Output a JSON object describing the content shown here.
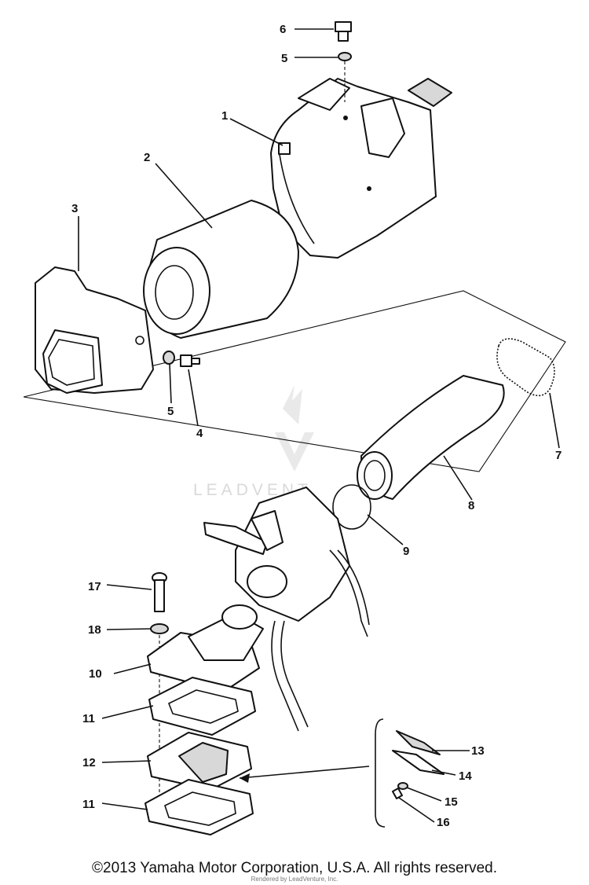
{
  "callouts": [
    {
      "id": "c6",
      "label": "6"
    },
    {
      "id": "c5a",
      "label": "5"
    },
    {
      "id": "c1",
      "label": "1"
    },
    {
      "id": "c2",
      "label": "2"
    },
    {
      "id": "c3",
      "label": "3"
    },
    {
      "id": "c5b",
      "label": "5"
    },
    {
      "id": "c4",
      "label": "4"
    },
    {
      "id": "c7",
      "label": "7"
    },
    {
      "id": "c8",
      "label": "8"
    },
    {
      "id": "c9",
      "label": "9"
    },
    {
      "id": "c17",
      "label": "17"
    },
    {
      "id": "c18",
      "label": "18"
    },
    {
      "id": "c10",
      "label": "10"
    },
    {
      "id": "c11a",
      "label": "11"
    },
    {
      "id": "c12",
      "label": "12"
    },
    {
      "id": "c11b",
      "label": "11"
    },
    {
      "id": "c13",
      "label": "13"
    },
    {
      "id": "c14",
      "label": "14"
    },
    {
      "id": "c15",
      "label": "15"
    },
    {
      "id": "c16",
      "label": "16"
    }
  ],
  "copyright": "©2013 Yamaha Motor Corporation, U.S.A. All rights reserved.",
  "watermark": "LEADVENT",
  "footer_note": "Rendered by LeadVenture, Inc."
}
